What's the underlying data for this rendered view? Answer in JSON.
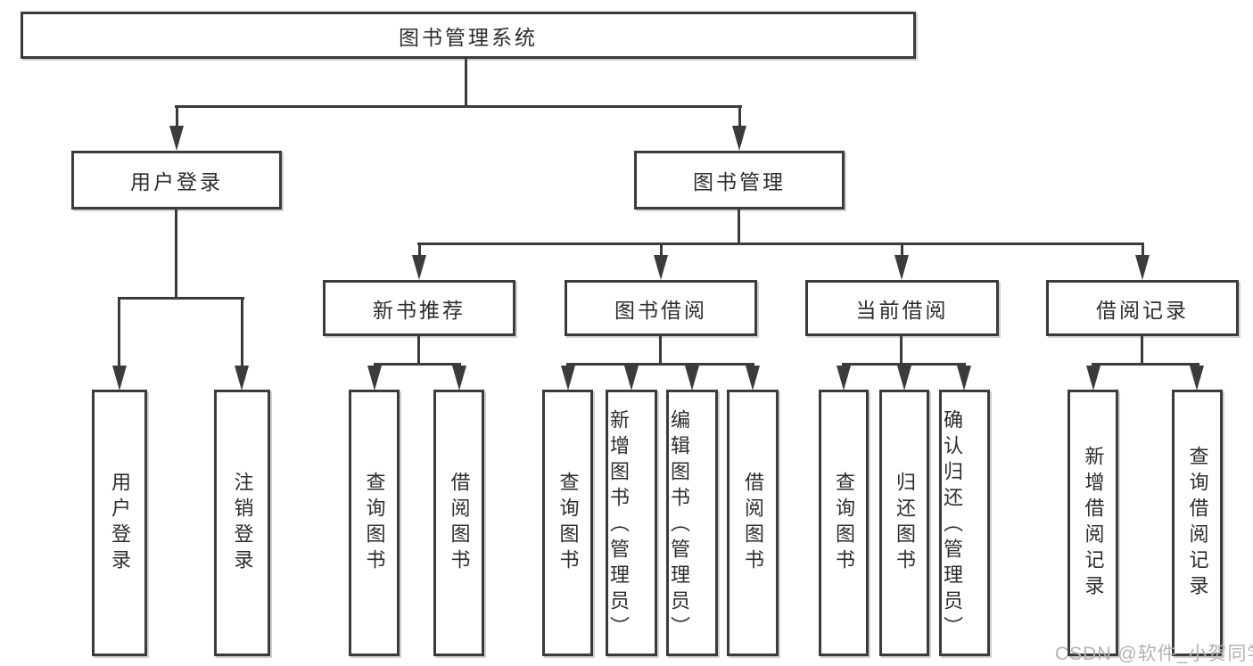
{
  "diagram": {
    "type": "tree",
    "title": "图书管理系统",
    "nodes": {
      "root": "图书管理系统",
      "user_login": "用户登录",
      "book_mgmt": "图书管理",
      "new_book_rec": "新书推荐",
      "book_borrow": "图书借阅",
      "current_borrow": "当前借阅",
      "borrow_record": "借阅记录",
      "leaf_user_login": "用户登录",
      "leaf_logout": "注销登录",
      "leaf_query_book_nb": "查询图书",
      "leaf_borrow_book_nb": "借阅图书",
      "leaf_query_book_bb": "查询图书",
      "leaf_add_book": "新增图书（管理员）",
      "leaf_edit_book": "编辑图书（管理员）",
      "leaf_borrow_book_bb": "借阅图书",
      "leaf_query_book_cb": "查询图书",
      "leaf_return_book": "归还图书",
      "leaf_confirm_return": "确认归还（管理员）",
      "leaf_add_record": "新增借阅记录",
      "leaf_query_record": "查询借阅记录"
    },
    "hierarchy": {
      "图书管理系统": {
        "用户登录": [
          "用户登录",
          "注销登录"
        ],
        "图书管理": {
          "新书推荐": [
            "查询图书",
            "借阅图书"
          ],
          "图书借阅": [
            "查询图书",
            "新增图书（管理员）",
            "编辑图书（管理员）",
            "借阅图书"
          ],
          "当前借阅": [
            "查询图书",
            "归还图书",
            "确认归还（管理员）"
          ],
          "借阅记录": [
            "新增借阅记录",
            "查询借阅记录"
          ]
        }
      }
    }
  },
  "watermark": "CSDN @软件_小贺同学",
  "colors": {
    "line": "#3b3b3b",
    "text": "#2d2d2d",
    "watermark": "#b3b3b3",
    "background": "#ffffff"
  }
}
